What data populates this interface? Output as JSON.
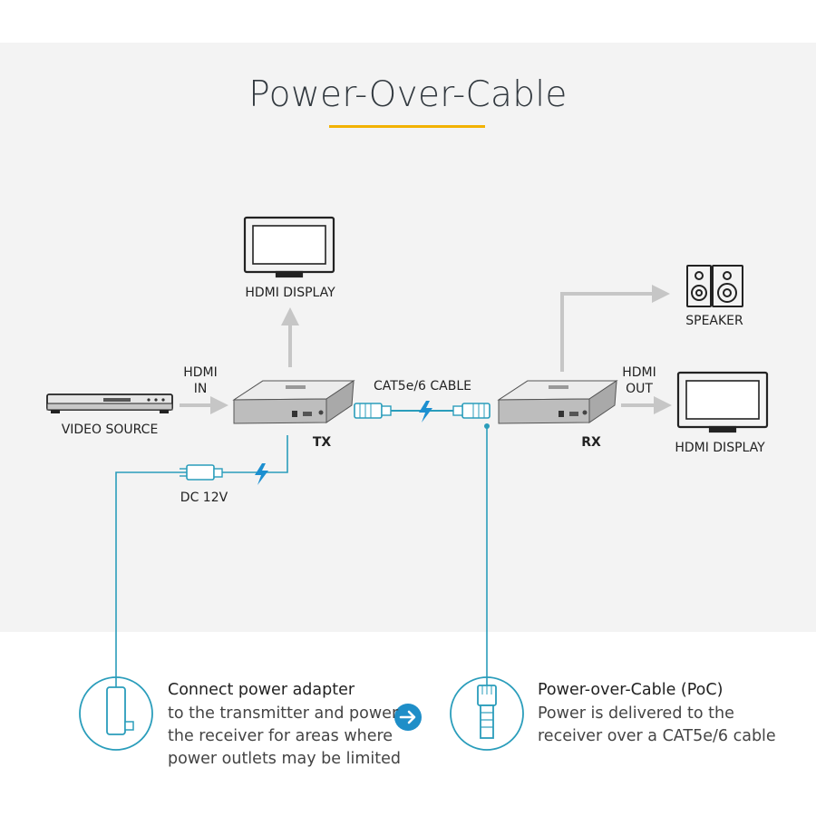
{
  "title": "Power-Over-Cable",
  "colors": {
    "accent_yellow": "#f2b200",
    "line_blue": "#2a9dbb",
    "arrow_gray": "#c6c6c6",
    "bolt_blue": "#1c8fd0"
  },
  "labels": {
    "hdmi_display_top": "HDMI DISPLAY",
    "hdmi_in": "HDMI\nIN",
    "video_source": "VIDEO SOURCE",
    "tx": "TX",
    "cable": "CAT5e/6 CABLE",
    "rx": "RX",
    "speaker": "SPEAKER",
    "hdmi_out": "HDMI\nOUT",
    "hdmi_display_right": "HDMI DISPLAY",
    "dc": "DC 12V"
  },
  "footer": {
    "left": {
      "heading": "Connect power adapter",
      "lines": [
        "to the transmitter and power",
        "the receiver for areas where",
        "power outlets may be limited"
      ],
      "icon": "power-adapter-icon"
    },
    "right": {
      "heading": "Power-over-Cable (PoC)",
      "lines": [
        "Power is delivered to the",
        "receiver over a CAT5e/6 cable"
      ],
      "icon": "rj45-plug-icon"
    },
    "middle_icon": "arrow-right-circle-icon"
  }
}
